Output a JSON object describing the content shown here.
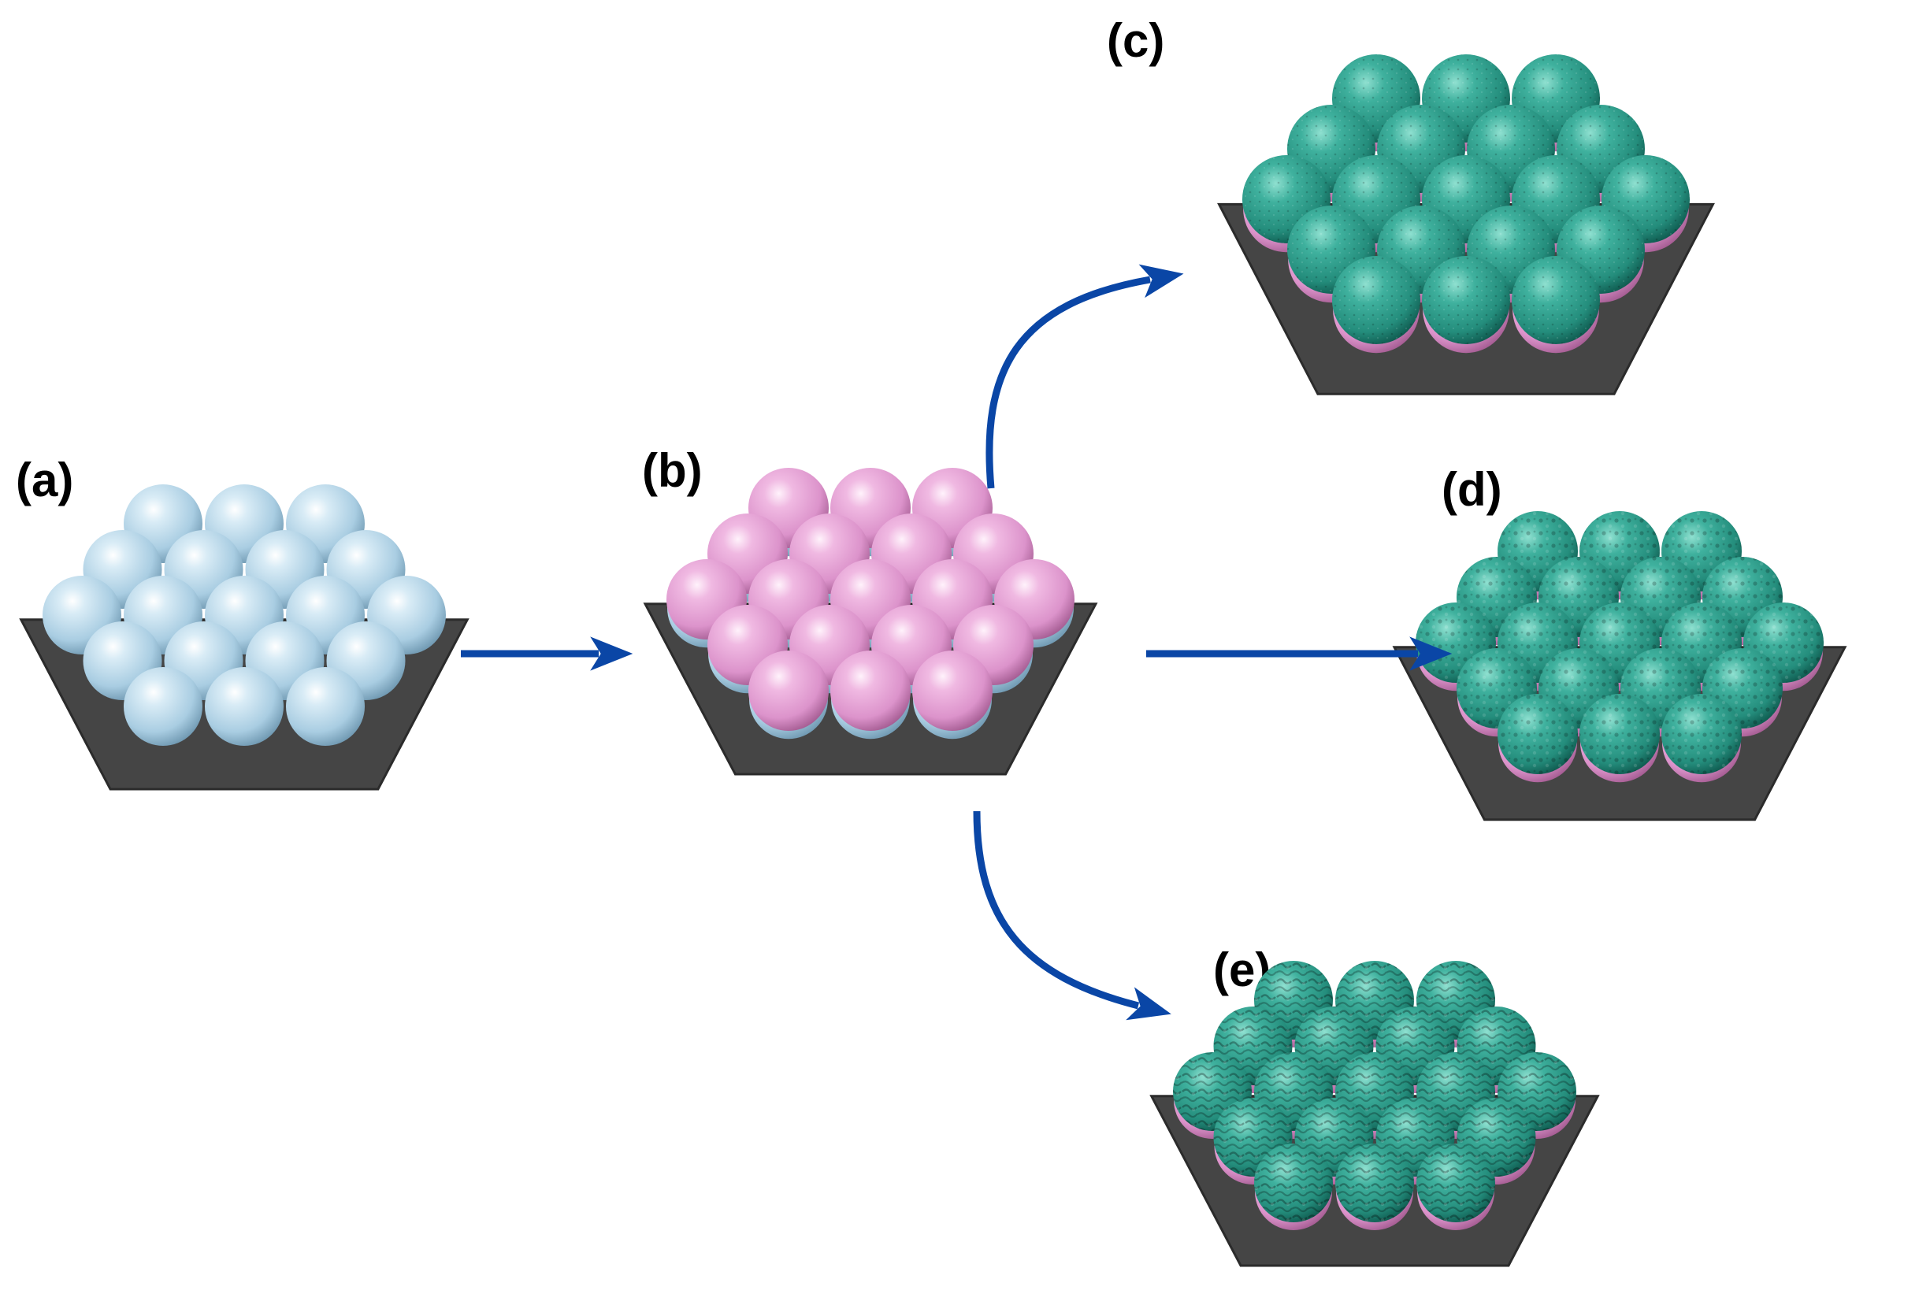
{
  "figure": {
    "panels": [
      {
        "id": "a",
        "label": "(a)",
        "sphere_color": "#b9d8ea",
        "texture": "smooth",
        "size": "large"
      },
      {
        "id": "b",
        "label": "(b)",
        "sphere_color": "#e6a3d6",
        "texture": "smooth",
        "size": "large",
        "underlayer_color": "#b9d8ea"
      },
      {
        "id": "c",
        "label": "(c)",
        "sphere_color": "#2fa08f",
        "texture": "fine-grain",
        "size": "large",
        "underlayer_color": "#e6a3d6"
      },
      {
        "id": "d",
        "label": "(d)",
        "sphere_color": "#2fa08f",
        "texture": "medium-grain",
        "size": "medium",
        "underlayer_color": "#e6a3d6"
      },
      {
        "id": "e",
        "label": "(e)",
        "sphere_color": "#2fa08f",
        "texture": "coarse-grain",
        "size": "small",
        "underlayer_color": "#e6a3d6"
      }
    ],
    "arrows": [
      {
        "from": "a",
        "to": "b",
        "shape": "straight"
      },
      {
        "from": "b",
        "to": "c",
        "shape": "curved-up"
      },
      {
        "from": "b",
        "to": "d",
        "shape": "straight"
      },
      {
        "from": "b",
        "to": "e",
        "shape": "curved-down"
      }
    ],
    "colors": {
      "substrate": "#454545",
      "substrate_edge": "#2b2b2b",
      "arrow": "#0a46a6",
      "background": "#ffffff"
    }
  }
}
